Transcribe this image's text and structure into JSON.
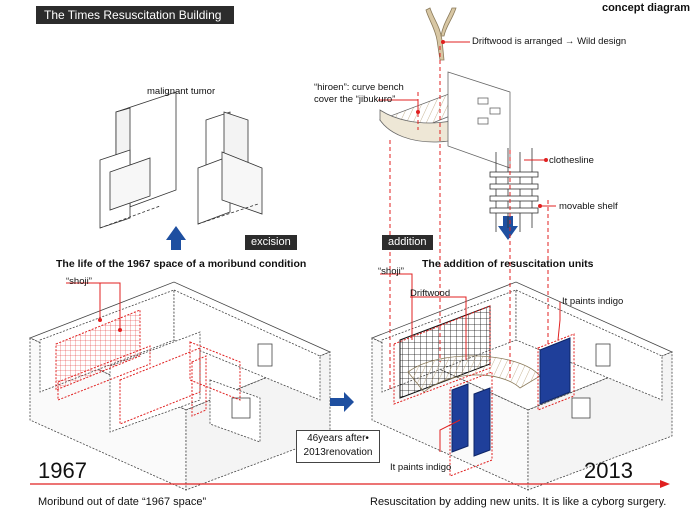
{
  "header": {
    "title": "The Times Resuscitation Building",
    "concept": "concept diagram"
  },
  "labels": {
    "malignant_tumor": "malignant tumor",
    "excision": "excision",
    "addition": "addition",
    "life_1967": "The life of the 1967 space of a moribund condition",
    "addition_units": "The addition of resuscitation units",
    "shoji_left": "“shoji”",
    "shoji_right": "“shoji”",
    "driftwood_arranged": "Driftwood is arranged → Wild design",
    "hiroen_line1": "“hiroen”: curve bench",
    "hiroen_line2": "cover the “jibukuro”",
    "clothesline": "clothesline",
    "movable_shelf": "movable shelf",
    "driftwood": "Driftwood",
    "paints_indigo_top": "It paints indigo",
    "paints_indigo_bottom": "It paints indigo",
    "years_after_line1": "46years after•",
    "years_after_line2": "2013renovation"
  },
  "timeline": {
    "start_year": "1967",
    "end_year": "2013",
    "left_caption": "Moribund out of date “1967 space”",
    "right_caption": "Resuscitation by adding new units.  It is like a cyborg surgery."
  },
  "colors": {
    "accent_red": "#e02020",
    "arrow_blue": "#1e4fa0",
    "indigo": "#1f3f9a",
    "dark": "#2c2c2c"
  }
}
